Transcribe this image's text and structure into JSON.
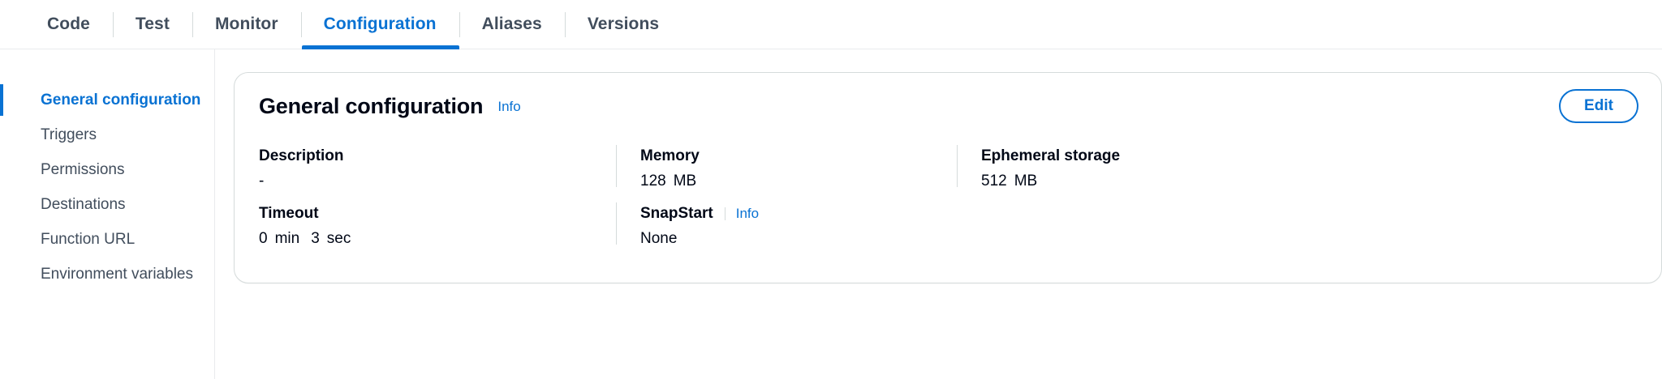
{
  "colors": {
    "accent": "#0972d3",
    "text": "#000716",
    "muted": "#414d5c",
    "border": "#d5dbdb"
  },
  "tabs": [
    {
      "label": "Code",
      "active": false
    },
    {
      "label": "Test",
      "active": false
    },
    {
      "label": "Monitor",
      "active": false
    },
    {
      "label": "Configuration",
      "active": true
    },
    {
      "label": "Aliases",
      "active": false
    },
    {
      "label": "Versions",
      "active": false
    }
  ],
  "sidebar": {
    "items": [
      {
        "label": "General configuration",
        "active": true
      },
      {
        "label": "Triggers",
        "active": false
      },
      {
        "label": "Permissions",
        "active": false
      },
      {
        "label": "Destinations",
        "active": false
      },
      {
        "label": "Function URL",
        "active": false
      },
      {
        "label": "Environment variables",
        "active": false
      }
    ]
  },
  "card": {
    "title": "General configuration",
    "info_label": "Info",
    "edit_label": "Edit",
    "fields": {
      "description": {
        "label": "Description",
        "value": "-"
      },
      "memory": {
        "label": "Memory",
        "value": "128",
        "unit": "MB"
      },
      "ephemeral_storage": {
        "label": "Ephemeral storage",
        "value": "512",
        "unit": "MB"
      },
      "timeout": {
        "label": "Timeout",
        "minutes": "0",
        "minutes_unit": "min",
        "seconds": "3",
        "seconds_unit": "sec"
      },
      "snapstart": {
        "label": "SnapStart",
        "info_label": "Info",
        "value": "None"
      }
    }
  }
}
